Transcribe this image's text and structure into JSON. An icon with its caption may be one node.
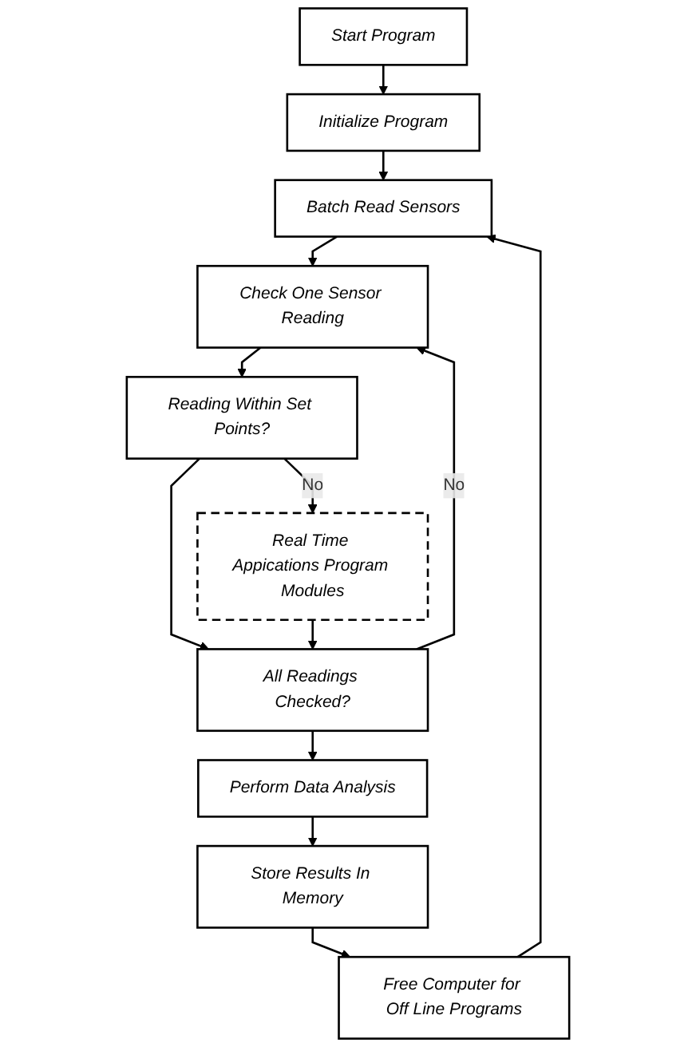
{
  "diagram": {
    "nodes": [
      {
        "text": [
          "Start Program"
        ]
      },
      {
        "text": [
          "Initialize Program"
        ]
      },
      {
        "text": [
          "Batch Read Sensors"
        ]
      },
      {
        "text": [
          "Check One Sensor Reading"
        ]
      },
      {
        "text": [
          "Reading Within Set Points?"
        ]
      },
      {
        "text": [
          "Real Time Appications Program Modules"
        ]
      },
      {
        "text": [
          "All Readings Checked?"
        ]
      },
      {
        "text": [
          "Perform Data Analysis"
        ]
      },
      {
        "text": [
          "Store Results In Memory"
        ]
      },
      {
        "text": [
          "Free Computer for Off Line Programs"
        ]
      }
    ],
    "edges": [
      {
        "from": 0,
        "to": 1,
        "arrow": "to"
      },
      {
        "from": 1,
        "to": 2,
        "arrow": "to"
      },
      {
        "from": 2,
        "to": 3,
        "arrow": "to"
      },
      {
        "from": 3,
        "to": 4,
        "arrow": "to"
      },
      {
        "from": 4,
        "to": 5,
        "arrow": "to",
        "label": "No"
      },
      {
        "from": 4,
        "to": 6,
        "arrow": "to"
      },
      {
        "from": 5,
        "to": 6,
        "arrow": "to"
      },
      {
        "from": 6,
        "to": 3,
        "arrow": "to",
        "label": "No"
      },
      {
        "from": 6,
        "to": 7,
        "arrow": "to"
      },
      {
        "from": 7,
        "to": 8,
        "arrow": "to"
      },
      {
        "from": 8,
        "to": 9,
        "arrow": "to"
      },
      {
        "from": 9,
        "to": 2,
        "arrow": "to"
      }
    ]
  }
}
